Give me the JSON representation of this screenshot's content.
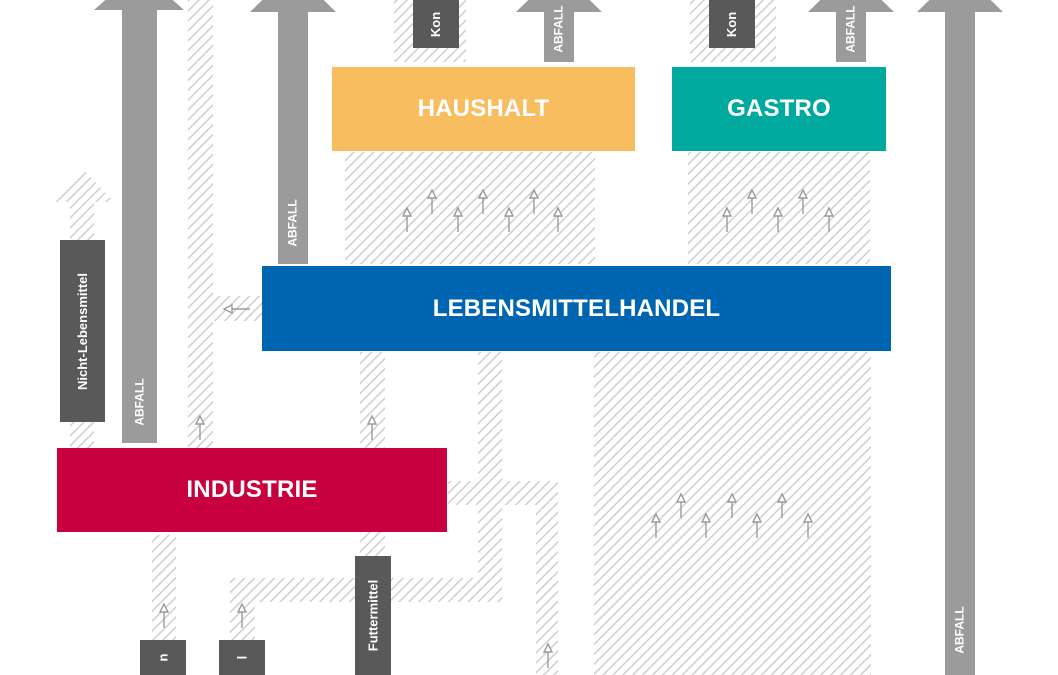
{
  "nodes": {
    "haushalt": "HAUSHALT",
    "gastro": "GASTRO",
    "handel": "LEBENSMITTELHANDEL",
    "industrie": "INDUSTRIE"
  },
  "labels": {
    "abfall_left_top": "ABFALL",
    "abfall_handel": "ABFALL",
    "abfall_haushalt": "ABFALL",
    "abfall_gastro": "ABFALL",
    "abfall_right": "ABFALL",
    "konsum_haushalt": "Kon",
    "konsum_gastro": "Kon",
    "nicht_lebensmittel": "Nicht-Lebensmittel",
    "futtermittel": "Futtermittel",
    "bottom_left_1": "n",
    "bottom_left_2": "l"
  },
  "colors": {
    "haushalt": "#F7BD5F",
    "gastro": "#00A99D",
    "handel": "#0065B0",
    "industrie": "#C8003F",
    "arrow_gray": "#9B9B9B",
    "label_dark": "#595959",
    "hatch": "#CFCFCF"
  }
}
